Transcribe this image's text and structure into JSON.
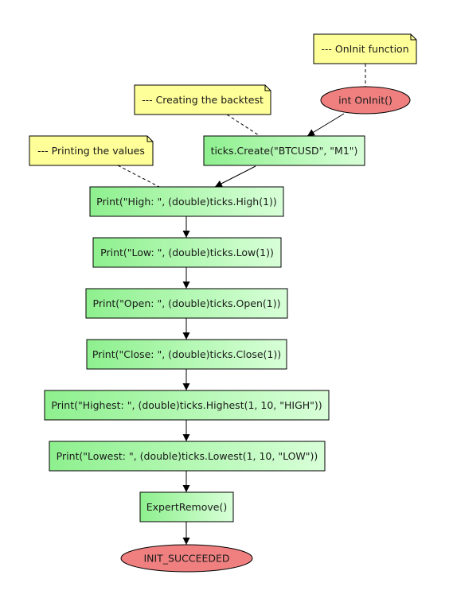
{
  "colors": {
    "note_fill": "#ffff99",
    "process_fill_start": "#8ef08e",
    "process_fill_end": "#d8ffd8",
    "terminator_fill": "#f08080",
    "stroke": "#000000",
    "dashed_link": "#000000"
  },
  "notes": {
    "oninit_note": "--- OnInit function",
    "backtest_note": "--- Creating the backtest",
    "values_note": "--- Printing the values"
  },
  "nodes": {
    "oninit": "int OnInit()",
    "create": "ticks.Create(\"BTCUSD\", \"M1\")",
    "print_high": "Print(\"High: \", (double)ticks.High(1))",
    "print_low": "Print(\"Low: \", (double)ticks.Low(1))",
    "print_open": "Print(\"Open: \", (double)ticks.Open(1))",
    "print_close": "Print(\"Close: \", (double)ticks.Close(1))",
    "print_highest": "Print(\"Highest: \", (double)ticks.Highest(1, 10, \"HIGH\"))",
    "print_lowest": "Print(\"Lowest: \", (double)ticks.Lowest(1, 10, \"LOW\"))",
    "expert_remove": "ExpertRemove()",
    "init_succeeded": "INIT_SUCCEEDED"
  }
}
